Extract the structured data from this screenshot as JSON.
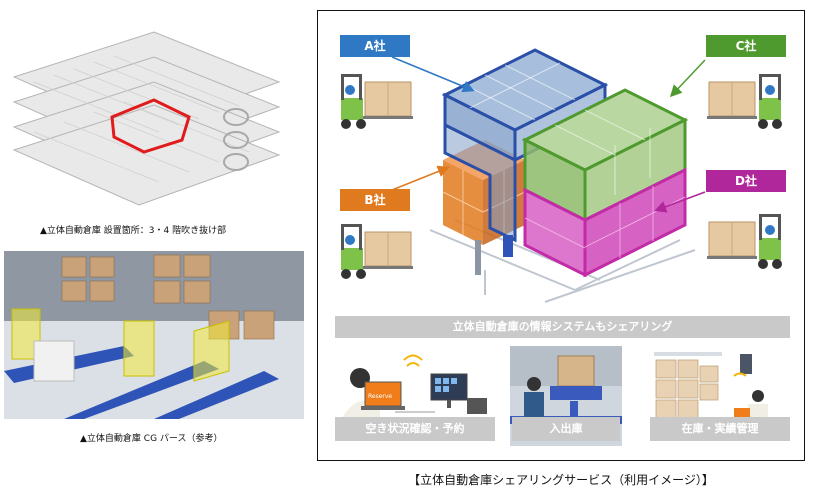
{
  "left": {
    "caption_top": "▲立体自動倉庫 設置箇所：3・4 階吹き抜け部",
    "caption_bottom": "▲立体自動倉庫 CG パース（参考）"
  },
  "diagram": {
    "tags": {
      "a": "A社",
      "b": "B社",
      "c": "C社",
      "d": "D社"
    },
    "colors": {
      "a": "#2f78c4",
      "b": "#e07a1e",
      "c": "#4f9a2e",
      "d": "#b0279b",
      "a_block": "#2a4fa8",
      "b_block": "#e07a1e",
      "c_block": "#5aa03a",
      "d_block": "#c32aa8",
      "bar_gray": "#c6c6c6"
    },
    "info_bar": "立体自動倉庫の情報システムもシェアリング",
    "panels": [
      {
        "label": "空き状況確認・予約",
        "screen_text": "Reserve"
      },
      {
        "label": "入出庫"
      },
      {
        "label": "在庫・実績管理"
      }
    ]
  },
  "title": "【立体自動倉庫シェアリングサービス（利用イメージ）】"
}
